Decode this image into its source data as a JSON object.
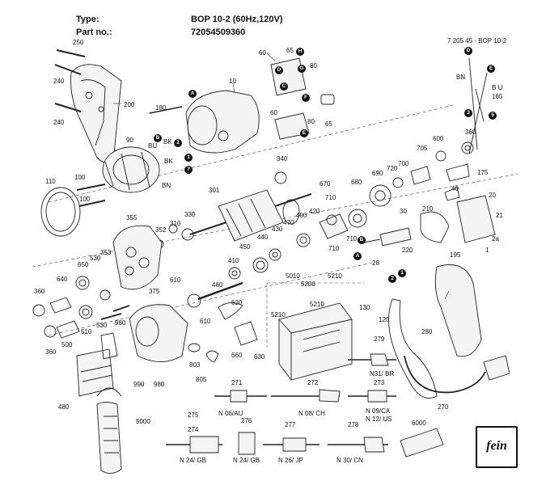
{
  "header": {
    "type_label": "Type:",
    "type_value": "BOP 10-2 (60Hz,120V)",
    "part_label": "Part no.:",
    "part_value": "72054509360"
  },
  "doc_ref": "7 205 45 - BOP 10-2",
  "labels": [
    {
      "id": "250",
      "text": "250"
    },
    {
      "id": "240a",
      "text": "240"
    },
    {
      "id": "240b",
      "text": "240"
    },
    {
      "id": "200",
      "text": "200"
    },
    {
      "id": "180",
      "text": "180"
    },
    {
      "id": "10",
      "text": "10"
    },
    {
      "id": "60a",
      "text": "60"
    },
    {
      "id": "65a",
      "text": "65"
    },
    {
      "id": "80a",
      "text": "80"
    },
    {
      "id": "60b",
      "text": "60"
    },
    {
      "id": "80b",
      "text": "80"
    },
    {
      "id": "65b",
      "text": "65"
    },
    {
      "id": "90",
      "text": "90"
    },
    {
      "id": "bu1",
      "text": "BU"
    },
    {
      "id": "bk1",
      "text": "BK"
    },
    {
      "id": "bk2",
      "text": "BK"
    },
    {
      "id": "bn1",
      "text": "BN"
    },
    {
      "id": "340",
      "text": "340"
    },
    {
      "id": "100a",
      "text": "100"
    },
    {
      "id": "100b",
      "text": "100"
    },
    {
      "id": "110",
      "text": "110"
    },
    {
      "id": "301",
      "text": "301"
    },
    {
      "id": "330",
      "text": "330"
    },
    {
      "id": "310",
      "text": "310"
    },
    {
      "id": "352",
      "text": "352"
    },
    {
      "id": "355",
      "text": "355"
    },
    {
      "id": "353",
      "text": "353"
    },
    {
      "id": "530a",
      "text": "530"
    },
    {
      "id": "650",
      "text": "650"
    },
    {
      "id": "640",
      "text": "640"
    },
    {
      "id": "360a",
      "text": "360"
    },
    {
      "id": "360b",
      "text": "360"
    },
    {
      "id": "500",
      "text": "500"
    },
    {
      "id": "510",
      "text": "510"
    },
    {
      "id": "530b",
      "text": "530"
    },
    {
      "id": "980a",
      "text": "980"
    },
    {
      "id": "375",
      "text": "375"
    },
    {
      "id": "610a",
      "text": "610"
    },
    {
      "id": "610b",
      "text": "610"
    },
    {
      "id": "460",
      "text": "460"
    },
    {
      "id": "410",
      "text": "410"
    },
    {
      "id": "450",
      "text": "450"
    },
    {
      "id": "440",
      "text": "440"
    },
    {
      "id": "430",
      "text": "430"
    },
    {
      "id": "470",
      "text": "470"
    },
    {
      "id": "400",
      "text": "400"
    },
    {
      "id": "420",
      "text": "420"
    },
    {
      "id": "670",
      "text": "670"
    },
    {
      "id": "710a",
      "text": "710"
    },
    {
      "id": "710b",
      "text": "710"
    },
    {
      "id": "710c",
      "text": "710"
    },
    {
      "id": "680",
      "text": "680"
    },
    {
      "id": "690",
      "text": "690"
    },
    {
      "id": "720",
      "text": "720"
    },
    {
      "id": "700",
      "text": "700"
    },
    {
      "id": "705",
      "text": "705"
    },
    {
      "id": "600",
      "text": "600"
    },
    {
      "id": "360c",
      "text": "360"
    },
    {
      "id": "175",
      "text": "175"
    },
    {
      "id": "165",
      "text": "165"
    },
    {
      "id": "bn2",
      "text": "BN"
    },
    {
      "id": "bu2",
      "text": "B U"
    },
    {
      "id": "30",
      "text": "30"
    },
    {
      "id": "210",
      "text": "210"
    },
    {
      "id": "220",
      "text": "220"
    },
    {
      "id": "40",
      "text": "40"
    },
    {
      "id": "20",
      "text": "20"
    },
    {
      "id": "21",
      "text": "21"
    },
    {
      "id": "2a",
      "text": "2a"
    },
    {
      "id": "1",
      "text": "1"
    },
    {
      "id": "195",
      "text": "195"
    },
    {
      "id": "5010",
      "text": "5010"
    },
    {
      "id": "5200",
      "text": "5200"
    },
    {
      "id": "5210a",
      "text": "5210"
    },
    {
      "id": "5210b",
      "text": "5210"
    },
    {
      "id": "5210c",
      "text": "5210"
    },
    {
      "id": "620",
      "text": "620"
    },
    {
      "id": "660",
      "text": "660"
    },
    {
      "id": "630",
      "text": "630"
    },
    {
      "id": "803",
      "text": "803"
    },
    {
      "id": "805",
      "text": "805"
    },
    {
      "id": "130",
      "text": "130"
    },
    {
      "id": "120",
      "text": "120"
    },
    {
      "id": "280",
      "text": "280"
    },
    {
      "id": "279",
      "text": "279"
    },
    {
      "id": "n31br",
      "text": "N31/ BR"
    },
    {
      "id": "990",
      "text": "990"
    },
    {
      "id": "980b",
      "text": "980"
    },
    {
      "id": "480",
      "text": "480"
    },
    {
      "id": "5000",
      "text": "5000"
    },
    {
      "id": "271",
      "text": "271"
    },
    {
      "id": "272",
      "text": "272"
    },
    {
      "id": "273",
      "text": "273"
    },
    {
      "id": "n06au",
      "text": "N 06/AU"
    },
    {
      "id": "n08ch",
      "text": "N 08/ CH"
    },
    {
      "id": "n09ca",
      "text": "N 09/CA"
    },
    {
      "id": "n12us",
      "text": "N 12/ US"
    },
    {
      "id": "270",
      "text": "270"
    },
    {
      "id": "275",
      "text": "275"
    },
    {
      "id": "274",
      "text": "274"
    },
    {
      "id": "276",
      "text": "276"
    },
    {
      "id": "277",
      "text": "277"
    },
    {
      "id": "278",
      "text": "278"
    },
    {
      "id": "6000",
      "text": "6000"
    },
    {
      "id": "n24gb1",
      "text": "N 24/ GB"
    },
    {
      "id": "n24gb2",
      "text": "N 24/ GB"
    },
    {
      "id": "n26jp",
      "text": "N 26/ JP"
    },
    {
      "id": "n30cn",
      "text": "N 30/ CN"
    },
    {
      "id": "28",
      "text": "28"
    }
  ],
  "callouts": [
    {
      "id": "cA1",
      "text": "A"
    },
    {
      "id": "cB1",
      "text": "B"
    },
    {
      "id": "c2a",
      "text": "2"
    },
    {
      "id": "c1a",
      "text": "1"
    },
    {
      "id": "c7",
      "text": "7"
    },
    {
      "id": "cH",
      "text": "H"
    },
    {
      "id": "cG",
      "text": "G"
    },
    {
      "id": "cD1",
      "text": "D"
    },
    {
      "id": "cC",
      "text": "C"
    },
    {
      "id": "cF",
      "text": "F"
    },
    {
      "id": "cE1",
      "text": "E"
    },
    {
      "id": "cD2",
      "text": "D"
    },
    {
      "id": "cE2",
      "text": "E"
    },
    {
      "id": "c3",
      "text": "3"
    },
    {
      "id": "c5",
      "text": "5"
    },
    {
      "id": "cA2",
      "text": "A"
    },
    {
      "id": "cB2",
      "text": "B"
    },
    {
      "id": "c2b",
      "text": "2"
    },
    {
      "id": "c1b",
      "text": "1"
    }
  ],
  "logo": {
    "text": "fein"
  }
}
